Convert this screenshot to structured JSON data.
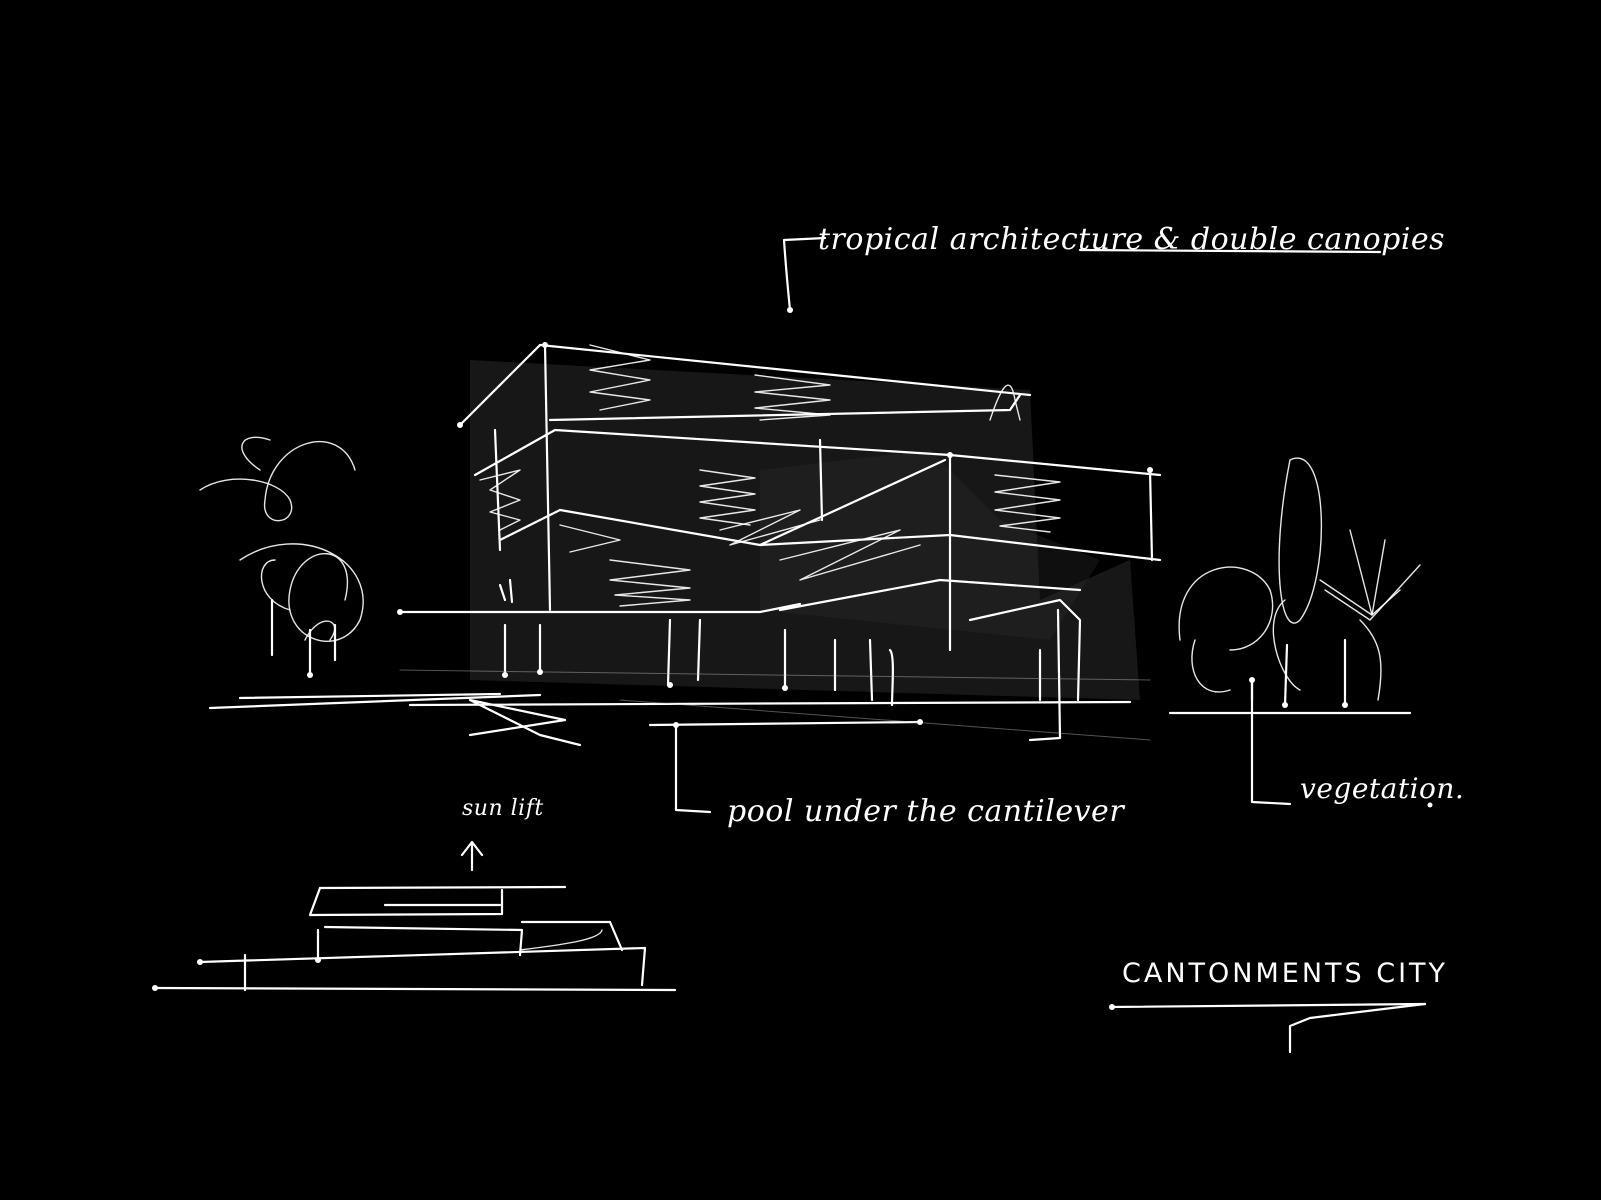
{
  "background_color": "#000000",
  "ink_color": "#ffffff",
  "annotations": {
    "top_note": "tropical architecture & double canopies",
    "pool_note": "pool under the cantilever",
    "vegetation_note": "vegetation.",
    "mini_sketch_note": "sun lift",
    "city_label": "CANTONMENTS CITY"
  }
}
